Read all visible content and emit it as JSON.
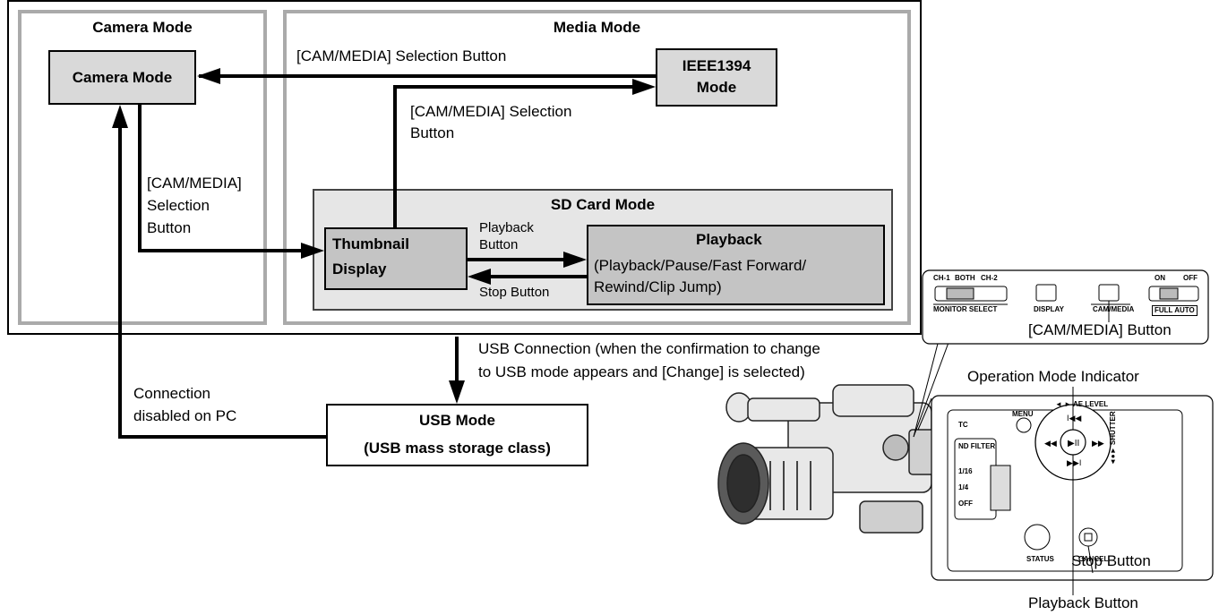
{
  "camera_panel": {
    "title": "Camera Mode",
    "node": "Camera Mode"
  },
  "media_panel": {
    "title": "Media Mode"
  },
  "ieee_node": {
    "line1": "IEEE1394",
    "line2": "Mode"
  },
  "sd_panel": {
    "title": "SD Card Mode"
  },
  "thumb_node": {
    "line1": "Thumbnail",
    "line2": "Display"
  },
  "playback_node": {
    "title": "Playback",
    "line1": "(Playback/Pause/Fast Forward/",
    "line2": "Rewind/Clip Jump)"
  },
  "usb_node": {
    "line1": "USB Mode",
    "line2": "(USB mass storage class)"
  },
  "labels": {
    "cam_media_top": "[CAM/MEDIA] Selection Button",
    "cam_media_mid_1": "[CAM/MEDIA] Selection",
    "cam_media_mid_2": "Button",
    "cam_media_left_1": "[CAM/MEDIA]",
    "cam_media_left_2": "Selection",
    "cam_media_left_3": "Button",
    "playback_btn_1": "Playback",
    "playback_btn_2": "Button",
    "stop_btn": "Stop Button",
    "usb_conn_1": "USB Connection (when the confirmation to change",
    "usb_conn_2": "to USB mode appears and [Change] is selected)",
    "disabled_1": "Connection",
    "disabled_2": "disabled on PC"
  },
  "illustration": {
    "callout_cam_media": "[CAM/MEDIA] Button",
    "operation_indicator": "Operation Mode Indicator",
    "stop_button": "Stop Button",
    "playback_button": "Playback Button",
    "panel_text": {
      "ch1": "CH-1",
      "both": "BOTH",
      "ch2": "CH-2",
      "on": "ON",
      "off": "OFF",
      "monitor_select": "MONITOR SELECT",
      "display": "DISPLAY",
      "cam_media": "CAM/MEDIA",
      "full_auto": "FULL AUTO",
      "tc": "TC",
      "menu": "MENU",
      "aelevel": "◄ ► AE LEVEL",
      "nd_filter": "ND FILTER",
      "nd_1_16": "1/16",
      "nd_1_4": "1/4",
      "nd_off": "OFF",
      "shutter": "◄●► SHUTTER",
      "status": "STATUS",
      "cancel": "CANCEL"
    }
  }
}
